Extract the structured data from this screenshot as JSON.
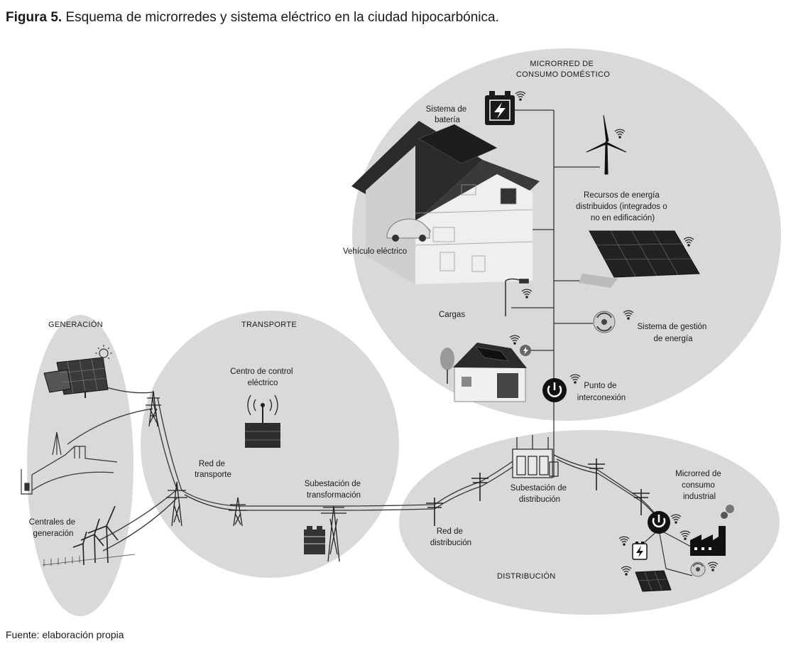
{
  "caption": {
    "number": "Figura 5.",
    "text": " Esquema de microrredes y sistema eléctrico en la ciudad hipocarbónica."
  },
  "source": "Fuente: elaboración propia",
  "regions": {
    "generacion": "GENERACIÓN",
    "transporte": "TRANSPORTE",
    "microrred_domestico": [
      "MICRORRED DE",
      "CONSUMO DOMÉSTICO"
    ],
    "distribucion": "DISTRIBUCIÓN"
  },
  "labels": {
    "sistema_bateria": [
      "Sistema de",
      "batería"
    ],
    "recursos": [
      "Recursos de energía",
      "distribuidos (integrados o",
      "no en edificación)"
    ],
    "vehiculo": "Vehículo eléctrico",
    "cargas": "Cargas",
    "sistema_gestion": [
      "Sistema de gestión",
      "de energía"
    ],
    "punto_interconexion": [
      "Punto de",
      "interconexión"
    ],
    "centro_control": [
      "Centro de control",
      "eléctrico"
    ],
    "red_transporte": [
      "Red de",
      "transporte"
    ],
    "centrales": [
      "Centrales de",
      "generación"
    ],
    "subestacion_transformacion": [
      "Subestación de",
      "transformación"
    ],
    "red_distribucion": [
      "Red de",
      "distribución"
    ],
    "subestacion_distribucion": [
      "Subestación de",
      "distribución"
    ],
    "microrred_industrial": [
      "Microrred de",
      "consumo",
      "industrial"
    ]
  }
}
